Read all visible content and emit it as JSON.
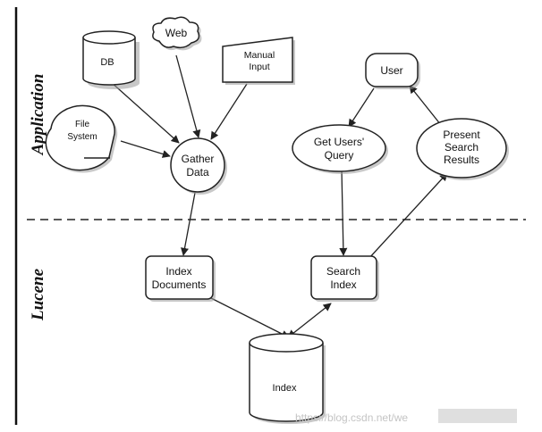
{
  "sections": {
    "top": "Application",
    "bottom": "Lucene"
  },
  "nodes": {
    "db": "DB",
    "web": "Web",
    "manual_input": [
      "Manual",
      "Input"
    ],
    "file_system": [
      "File",
      "System"
    ],
    "gather_data": [
      "Gather",
      "Data"
    ],
    "user": "User",
    "get_users_query": [
      "Get Users'",
      "Query"
    ],
    "present_search_results": [
      "Present",
      "Search",
      "Results"
    ],
    "index_documents": [
      "Index",
      "Documents"
    ],
    "search_index": [
      "Search",
      "Index"
    ],
    "index": "Index"
  },
  "watermark": "https://blog.csdn.net/we"
}
